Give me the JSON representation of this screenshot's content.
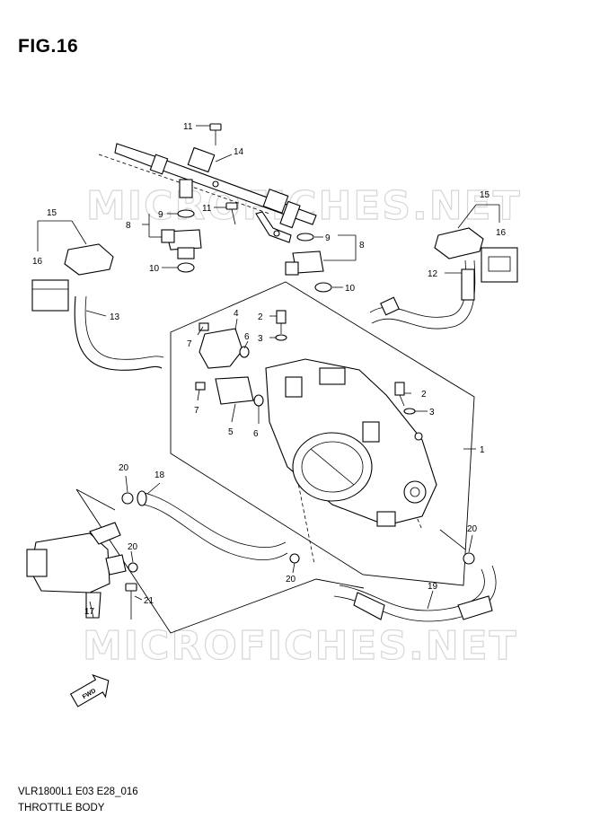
{
  "figure": {
    "title": "FIG.16"
  },
  "footer": {
    "code": "VLR1800L1 E03 E28_016",
    "name": "THROTTLE BODY"
  },
  "watermark": {
    "text": "MICROFICHES.NET"
  },
  "fwd_icon": {
    "label": "FWD"
  },
  "callouts": {
    "c1": "1",
    "c2a": "2",
    "c2b": "2",
    "c3a": "3",
    "c3b": "3",
    "c4": "4",
    "c5": "5",
    "c6a": "6",
    "c6b": "6",
    "c7a": "7",
    "c7b": "7",
    "c8a": "8",
    "c8b": "8",
    "c9a": "9",
    "c9b": "9",
    "c10a": "10",
    "c10b": "10",
    "c11a": "11",
    "c11b": "11",
    "c12": "12",
    "c13": "13",
    "c14": "14",
    "c15a": "15",
    "c15b": "15",
    "c16a": "16",
    "c16b": "16",
    "c17": "17",
    "c18": "18",
    "c19": "19",
    "c20a": "20",
    "c20b": "20",
    "c20c": "20",
    "c20d": "20",
    "c21": "21"
  },
  "colors": {
    "line": "#000000",
    "background": "#ffffff",
    "watermark": "#d6d6d6"
  }
}
